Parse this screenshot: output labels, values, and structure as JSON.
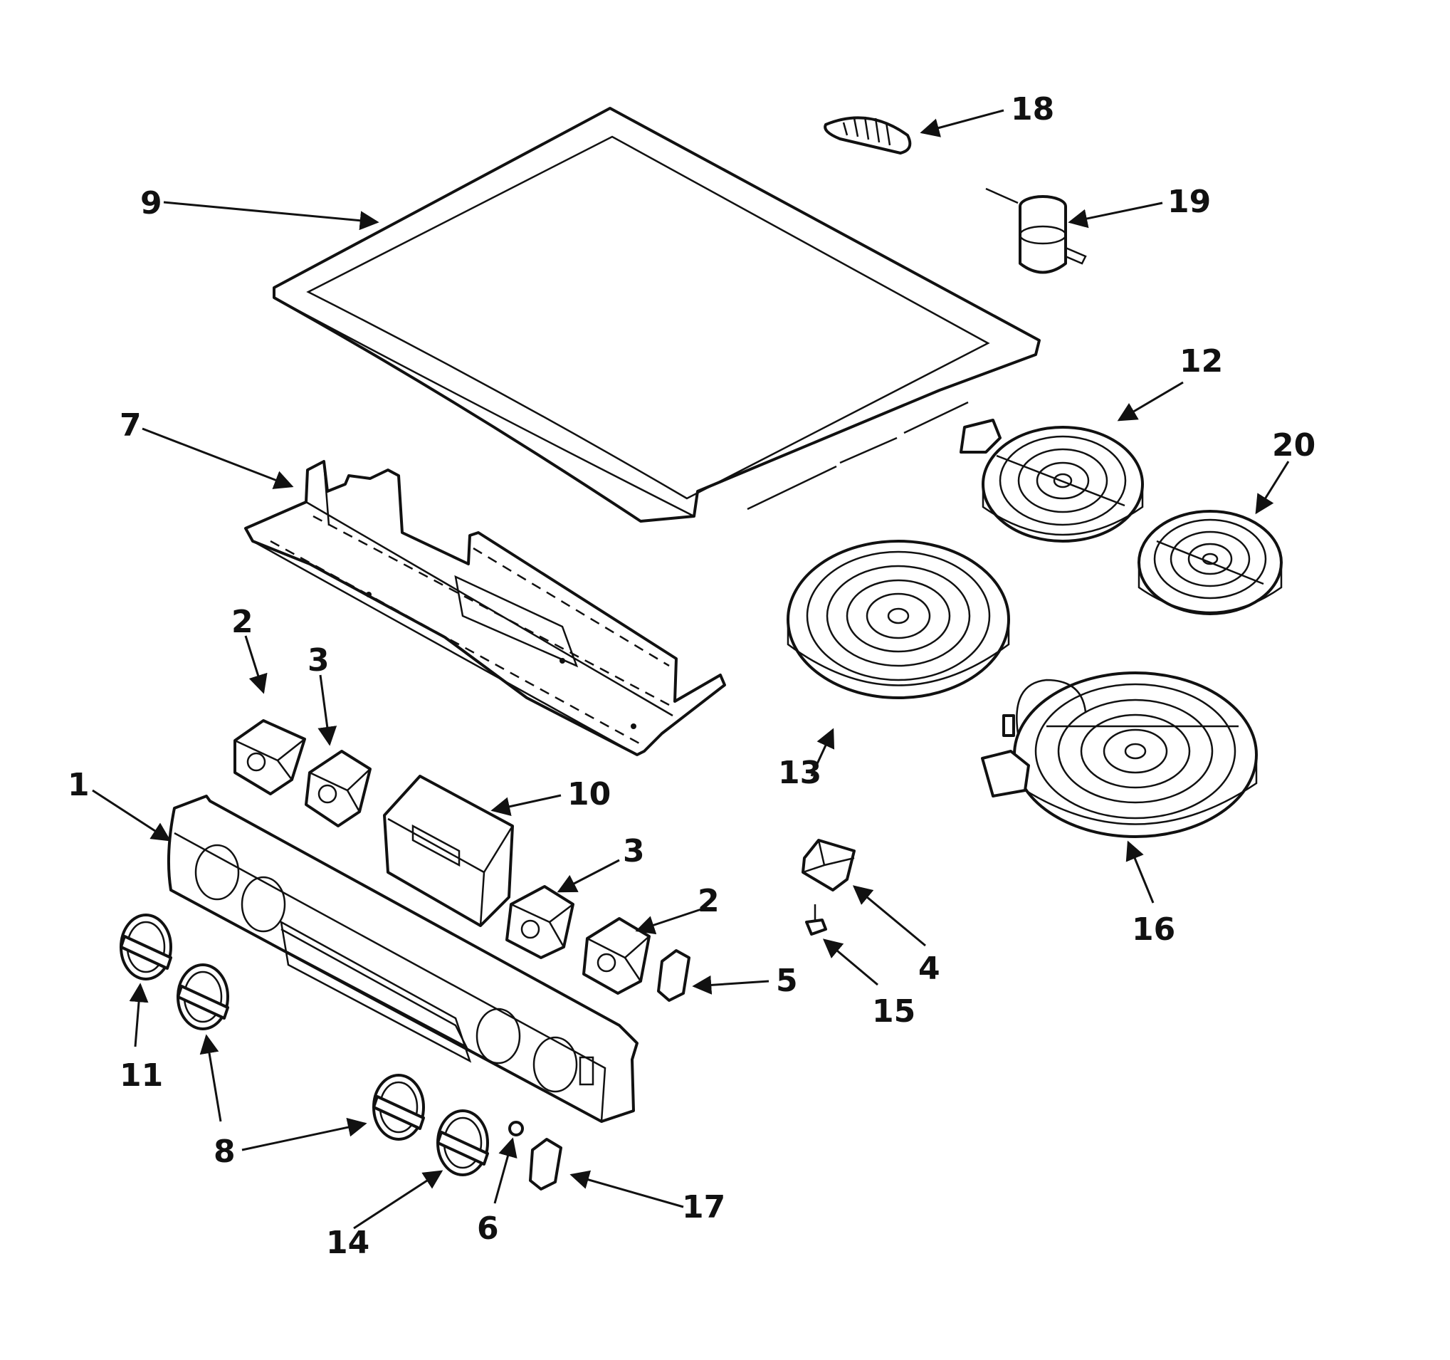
{
  "colors": {
    "ink": "#111111",
    "background": "#ffffff"
  },
  "callouts": {
    "c1": "1",
    "c2a": "2",
    "c2b": "2",
    "c3a": "3",
    "c3b": "3",
    "c4": "4",
    "c5": "5",
    "c6": "6",
    "c7": "7",
    "c8a": "8",
    "c8b": "8",
    "c9": "9",
    "c10": "10",
    "c11": "11",
    "c12": "12",
    "c13": "13",
    "c14": "14",
    "c15": "15",
    "c16": "16",
    "c17": "17",
    "c18": "18",
    "c19": "19",
    "c20": "20"
  }
}
